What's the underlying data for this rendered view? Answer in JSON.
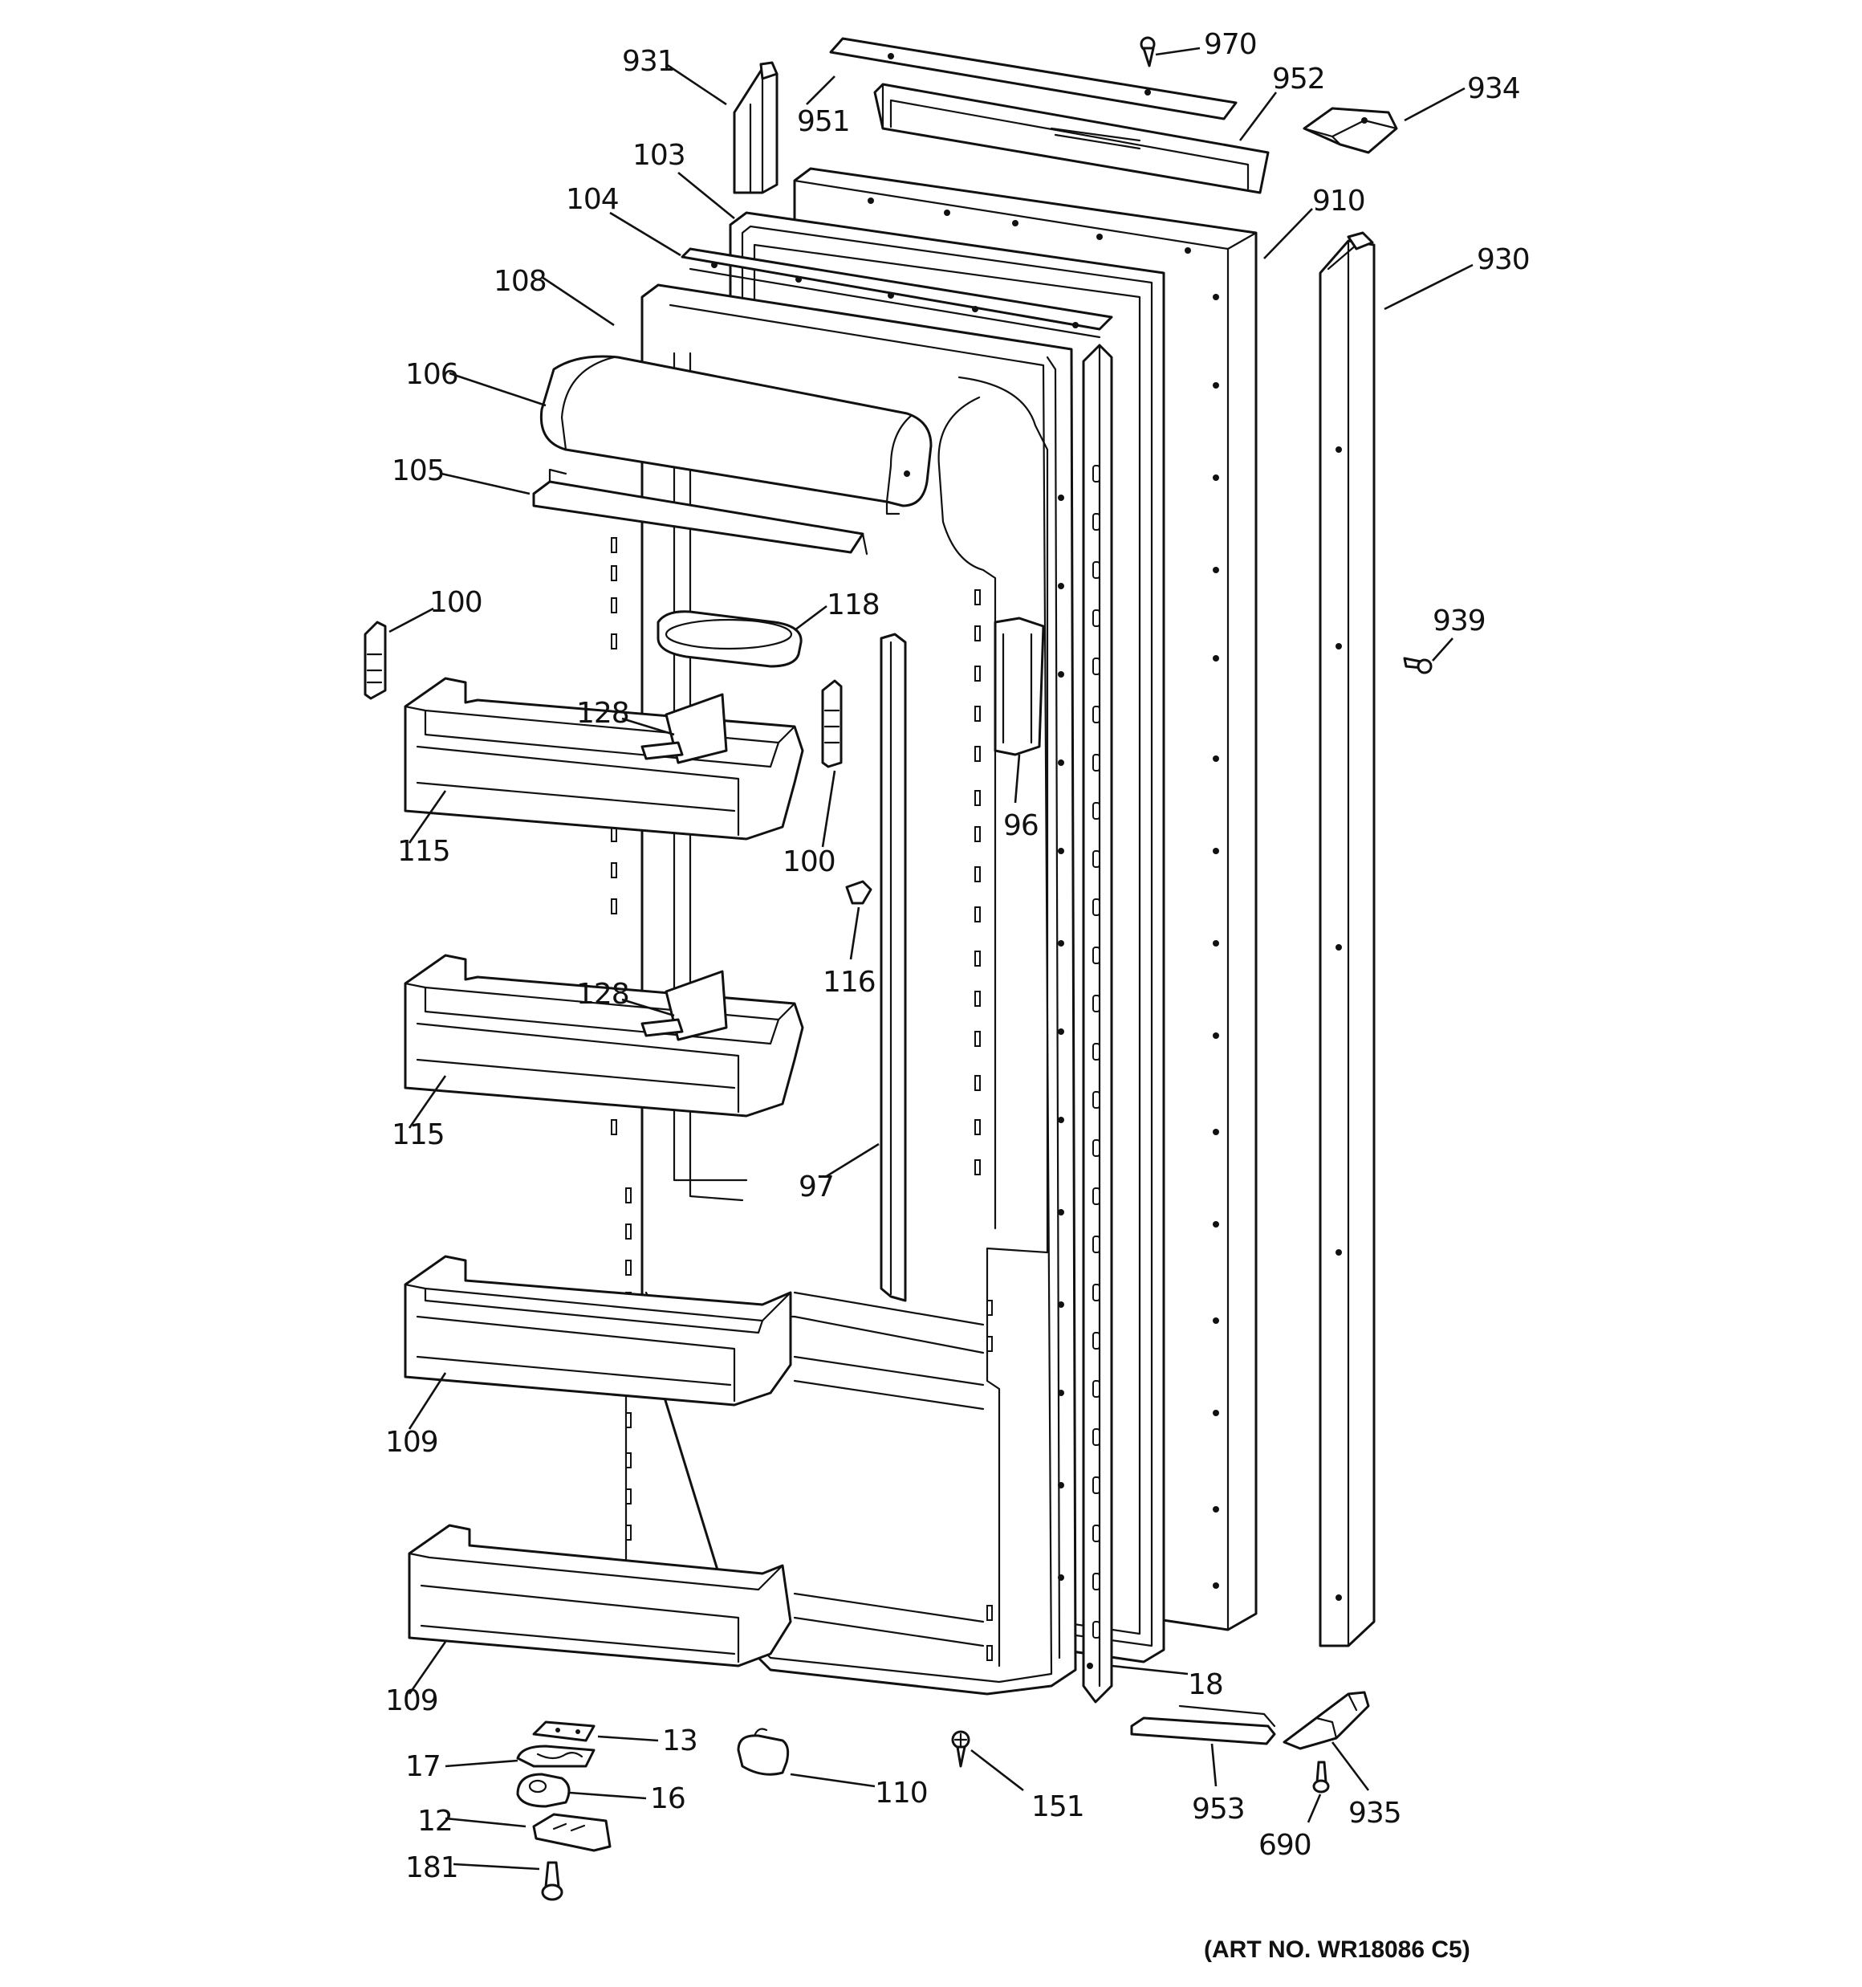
{
  "callouts": {
    "c931": "931",
    "c951": "951",
    "c970": "970",
    "c952": "952",
    "c934": "934",
    "c103": "103",
    "c104": "104",
    "c910": "910",
    "c930": "930",
    "c108": "108",
    "c106": "106",
    "c105": "105",
    "c100a": "100",
    "c118": "118",
    "c939": "939",
    "c128a": "128",
    "c115a": "115",
    "c100b": "100",
    "c96": "96",
    "c116": "116",
    "c128b": "128",
    "c115b": "115",
    "c97": "97",
    "c109a": "109",
    "c109b": "109",
    "c18": "18",
    "c13": "13",
    "c17": "17",
    "c110": "110",
    "c151": "151",
    "c953": "953",
    "c935": "935",
    "c16": "16",
    "c12": "12",
    "c690": "690",
    "c181": "181"
  },
  "art_number": "(ART NO. WR18086 C5)"
}
